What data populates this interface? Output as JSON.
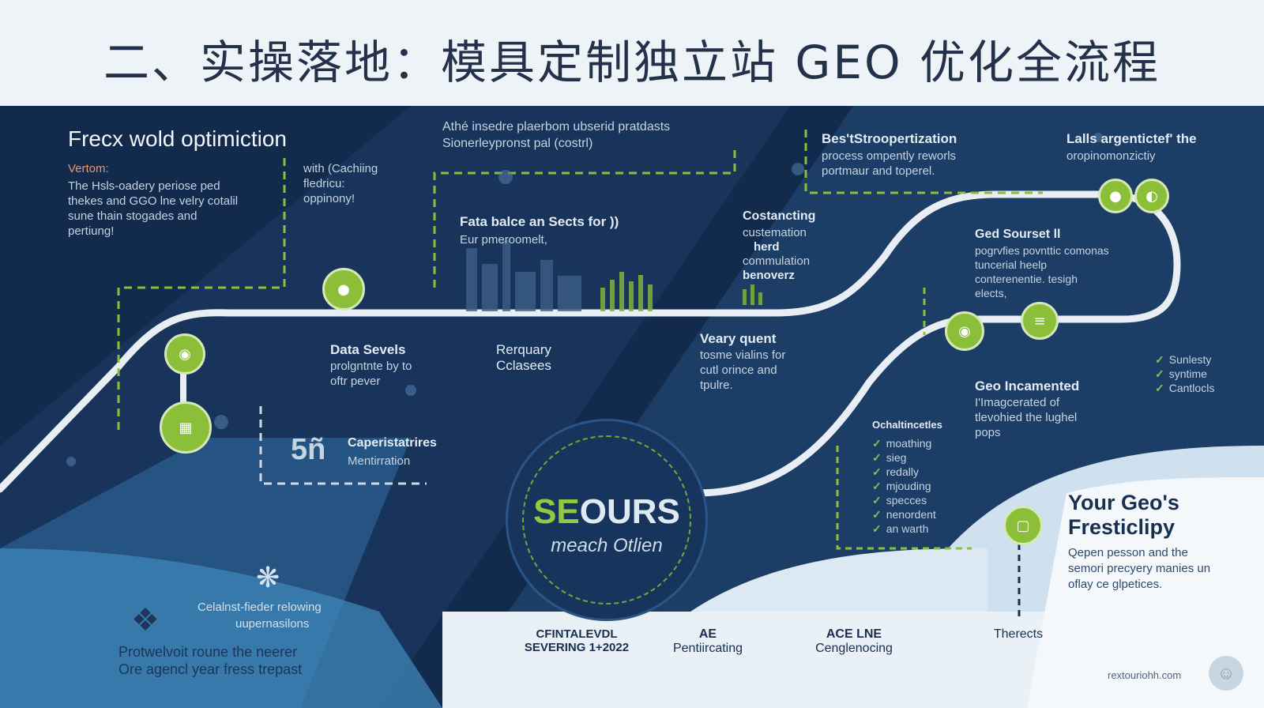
{
  "page_title": "二、实操落地：模具定制独立站 GEO 优化全流程",
  "intro": {
    "heading": "Frecx wold optimiction",
    "label": "Vertom:",
    "body": "The Hsls-oadery periose ped thekes and GGO lne velry cotalil sune thain stogades and pertiung!",
    "side": "with (Cachiing fledricu: oppinony!"
  },
  "top_center": {
    "line1": "Athé insedre plaerbom ubserid pratdasts",
    "line2": "Sionerleypronst pal (costrl)"
  },
  "top_right1": {
    "heading": "Bes'tStroopertization",
    "body": "process ompently reworls portmaur and toperel."
  },
  "top_right2": {
    "heading": "Lalls argentictef' the",
    "body": "oropinomonzictiy"
  },
  "fata": {
    "heading": "Fata balce an Sects for ))",
    "body": "Eur pmeroomelt,"
  },
  "costancting": {
    "heading": "Costancting",
    "body1": "custemation",
    "body2": "herd",
    "body3": "commulation",
    "body4": "benoverz"
  },
  "ged": {
    "heading": "Ged Sourset ll",
    "body": "pogrvfies povnttic comonas tuncerial heelp conterenentie. tesigh elects,"
  },
  "data_sevels": {
    "heading": "Data Sevels",
    "body": "prolgntnte by to oftr pever"
  },
  "rerquary": {
    "heading": "Rerquary Cclasees"
  },
  "veary": {
    "heading": "Veary quent",
    "body": "tosme vialins for cutl orince and tpulre."
  },
  "geo_inc": {
    "heading": "Geo Incamented",
    "body": "I'Imagcerated of tlevohied the lughel pops"
  },
  "checklist_right": [
    "Sunlesty",
    "syntime",
    "Cantlocls"
  ],
  "caper": {
    "number": "5ñ",
    "heading": "Caperistatrires",
    "body": "Mentirration"
  },
  "center": {
    "main_a": "SE",
    "main_b": "OURS",
    "sub": "meach Otlien"
  },
  "chal": {
    "heading": "Ochaltincetles",
    "items": [
      "moathing",
      "sieg",
      "redally",
      "mjouding",
      "specces",
      "nenordent",
      "an warth"
    ]
  },
  "your_geo": {
    "heading1": "Your Geo's",
    "heading2": "Fresticlipy",
    "body": "Qepen pesson and the semori precyery manies un oflay ce glpetices."
  },
  "bottom_left": {
    "caption1": "Celalnst-fieder relowing",
    "caption2": "uupernasilons",
    "foot1": "Protwelvoit roune the neerer",
    "foot2": "Ore agencl year fress trepast"
  },
  "bottom_labels": [
    {
      "line1": "CFINTALEVDL",
      "line2": "SEVERING 1+2022"
    },
    {
      "line1": "AE",
      "line2": "Pentiircating"
    },
    {
      "line1": "ACE LNE",
      "line2": "Cenglenocing"
    },
    {
      "line1": "",
      "line2": "Therects"
    }
  ],
  "watermark": "rextouriohh.com",
  "colors": {
    "accent": "#8bbf3a",
    "navy": "#122a4c",
    "header_bg": "#eef3f8"
  }
}
